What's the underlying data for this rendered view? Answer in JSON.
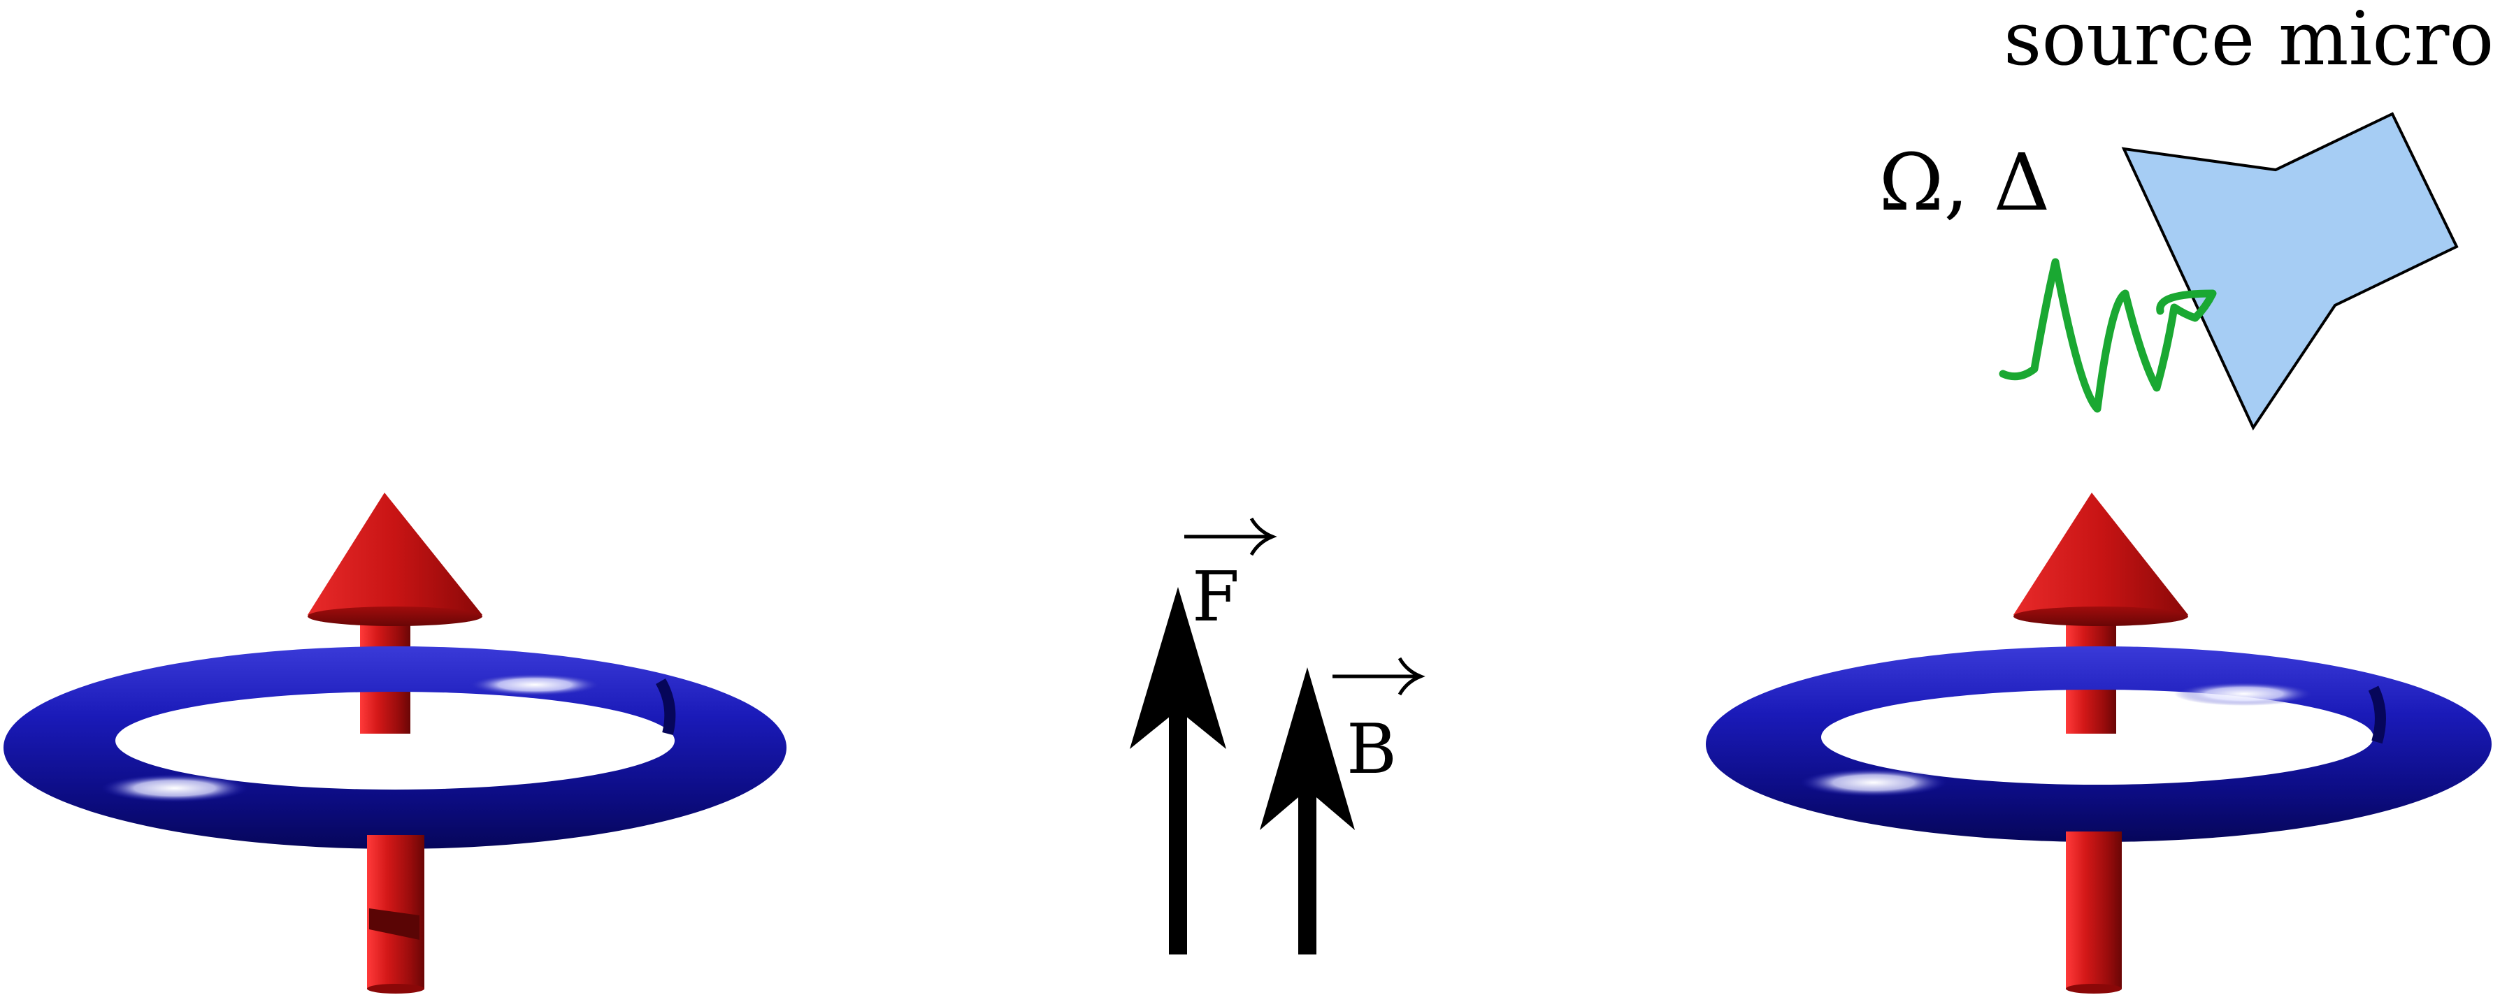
{
  "source": {
    "label": "source microonde",
    "params": "Ω, Δ"
  },
  "vectors": {
    "field": "F",
    "magnetic": "B"
  },
  "colors": {
    "torus": "#1a1ab8",
    "torus_dark": "#06065a",
    "spin_arrow": "#c81414",
    "spin_arrow_dark": "#6a0606",
    "microwave_wave": "#1aa832",
    "source_fill": "#a6cdf4",
    "vector_arrow": "#000000"
  }
}
